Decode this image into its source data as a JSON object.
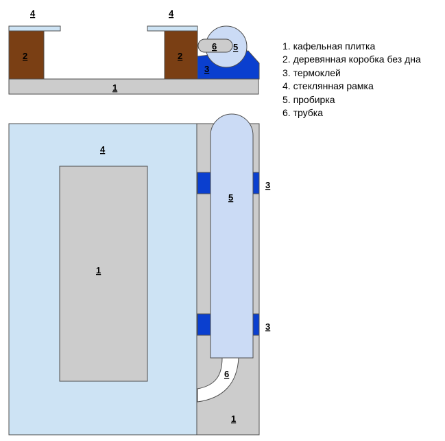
{
  "colors": {
    "tile": "#cccccc",
    "wood": "#7a3f14",
    "glue": "#0a3fcf",
    "glass": "#cde3f4",
    "tube": "#cbdbf5",
    "outline": "#4d4d4d"
  },
  "labels": {
    "n1": "1",
    "n2": "2",
    "n3": "3",
    "n4": "4",
    "n5": "5",
    "n6": "6"
  },
  "legend": [
    "1. кафельная плитка",
    "2. деревянная коробка без дна",
    "3. термоклей",
    "4. стеклянная рамка",
    "5. пробирка",
    "6. трубка"
  ]
}
